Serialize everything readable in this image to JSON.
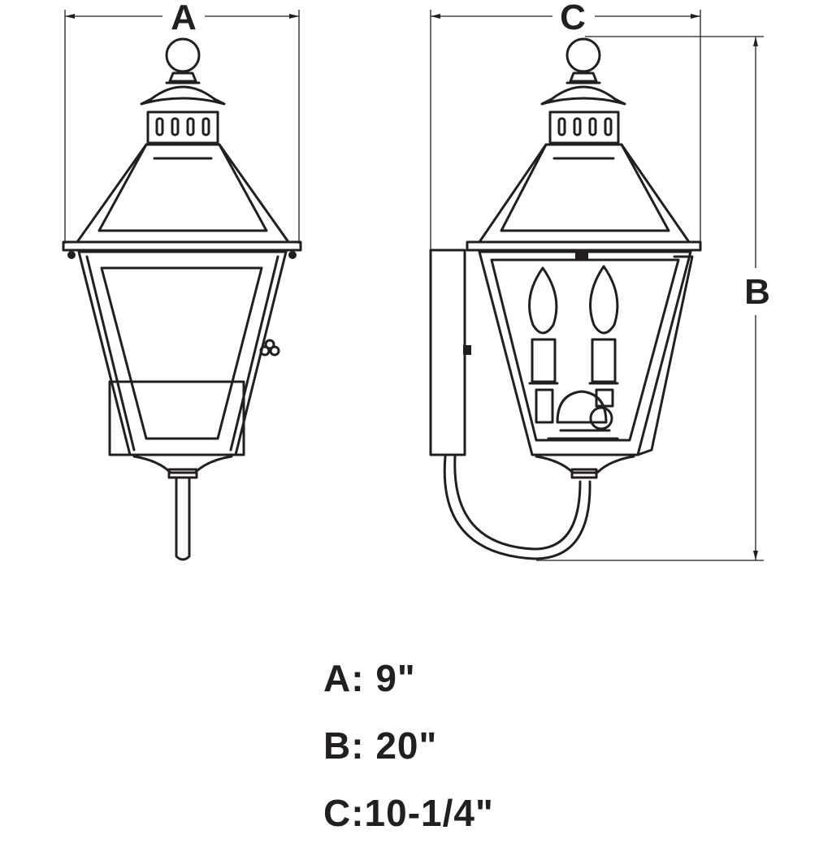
{
  "title": "Outdoor wall lantern dimension drawing",
  "labels": {
    "a": "A",
    "b": "B",
    "c": "C"
  },
  "dimensions": [
    {
      "key": "A",
      "text": "A: 9\""
    },
    {
      "key": "B",
      "text": "B: 20\""
    },
    {
      "key": "C",
      "text": "C:10-1/4\""
    }
  ],
  "colors": {
    "line": "#231f20",
    "background": "#ffffff"
  }
}
